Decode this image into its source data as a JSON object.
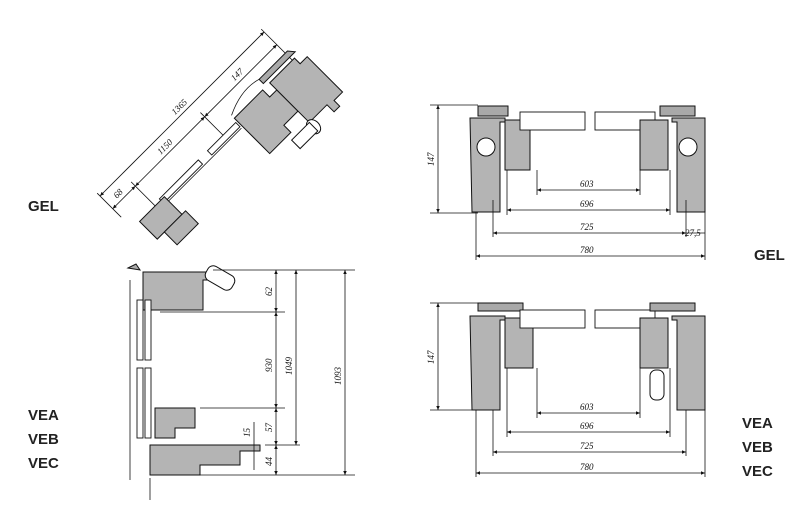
{
  "labels": {
    "left_top": "GEL",
    "left_bottom": [
      "VEA",
      "VEB",
      "VEC"
    ],
    "right_top": "GEL",
    "right_bottom": [
      "VEA",
      "VEB",
      "VEC"
    ]
  },
  "left_section": {
    "roof_dims": [
      "1365",
      "1150",
      "147",
      "68"
    ],
    "vertical_dims": [
      "62",
      "930",
      "1049",
      "1093",
      "57",
      "15",
      "44"
    ]
  },
  "plan_gel": {
    "dims": [
      "147",
      "603",
      "696",
      "725",
      "27,5",
      "780"
    ]
  },
  "plan_ve": {
    "dims": [
      "147",
      "603",
      "696",
      "725",
      "780"
    ]
  }
}
